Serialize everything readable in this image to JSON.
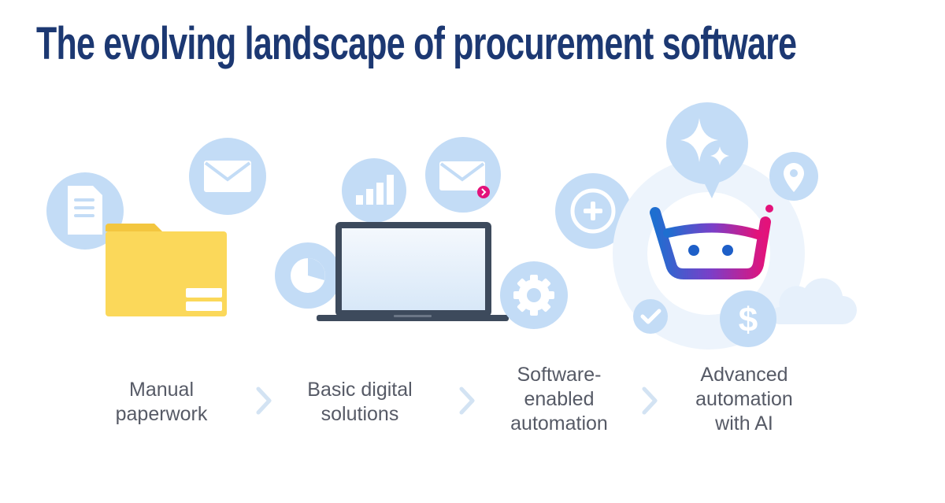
{
  "title": "The evolving landscape of procurement software",
  "stages": [
    {
      "lines": [
        "Manual",
        "paperwork"
      ]
    },
    {
      "lines": [
        "Basic digital",
        "solutions"
      ]
    },
    {
      "lines": [
        "Software-",
        "enabled",
        "automation"
      ]
    },
    {
      "lines": [
        "Advanced",
        "automation",
        "with AI"
      ]
    }
  ],
  "icons": {
    "stage1": [
      "document-icon",
      "envelope-icon",
      "folder-icon"
    ],
    "stage2": [
      "pie-chart-icon",
      "bar-chart-icon",
      "envelope-icon",
      "laptop-icon"
    ],
    "stage3": [
      "plus-icon",
      "gear-icon"
    ],
    "stage4": [
      "sparkle-icon",
      "location-pin-icon",
      "basket-bot-logo",
      "dollar-icon",
      "checkmark-icon",
      "cloud-icon"
    ]
  },
  "colors": {
    "title": "#1c3872",
    "bubble": "#c3dcf6",
    "icon": "#ffffff",
    "folder": "#fbd85a",
    "label": "#565a66",
    "accent_pink": "#e3127a",
    "accent_blue": "#1e5fc8"
  }
}
